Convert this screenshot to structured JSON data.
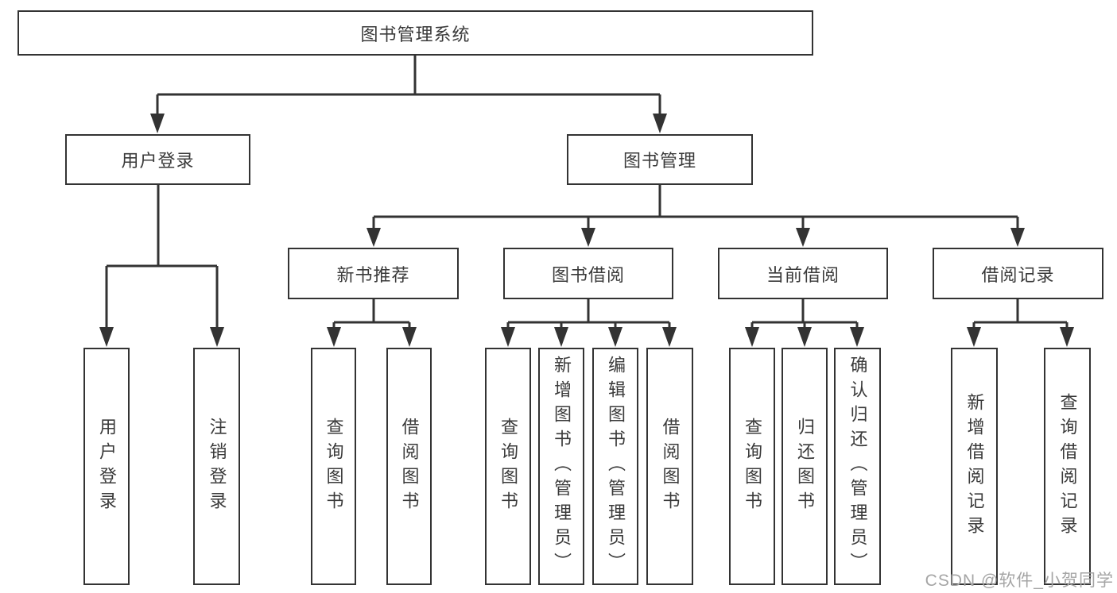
{
  "tree": {
    "root": {
      "label": "图书管理系统"
    },
    "branches": [
      {
        "label": "用户登录",
        "children": [
          {
            "label": "用户登录"
          },
          {
            "label": "注销登录"
          }
        ]
      },
      {
        "label": "图书管理",
        "children": [
          {
            "label": "新书推荐",
            "children": [
              {
                "label": "查询图书"
              },
              {
                "label": "借阅图书"
              }
            ]
          },
          {
            "label": "图书借阅",
            "children": [
              {
                "label": "查询图书"
              },
              {
                "label": "新增图书（管理员）"
              },
              {
                "label": "编辑图书（管理员）"
              },
              {
                "label": "借阅图书"
              }
            ]
          },
          {
            "label": "当前借阅",
            "children": [
              {
                "label": "查询图书"
              },
              {
                "label": "归还图书"
              },
              {
                "label": "确认归还（管理员）"
              }
            ]
          },
          {
            "label": "借阅记录",
            "children": [
              {
                "label": "新增借阅记录"
              },
              {
                "label": "查询借阅记录"
              }
            ]
          }
        ]
      }
    ]
  },
  "watermark": "CSDN @软件_小贺同学",
  "colors": {
    "line": "#333333",
    "text": "#3a3a3a",
    "watermark": "#a5a5a5",
    "background": "#ffffff"
  }
}
